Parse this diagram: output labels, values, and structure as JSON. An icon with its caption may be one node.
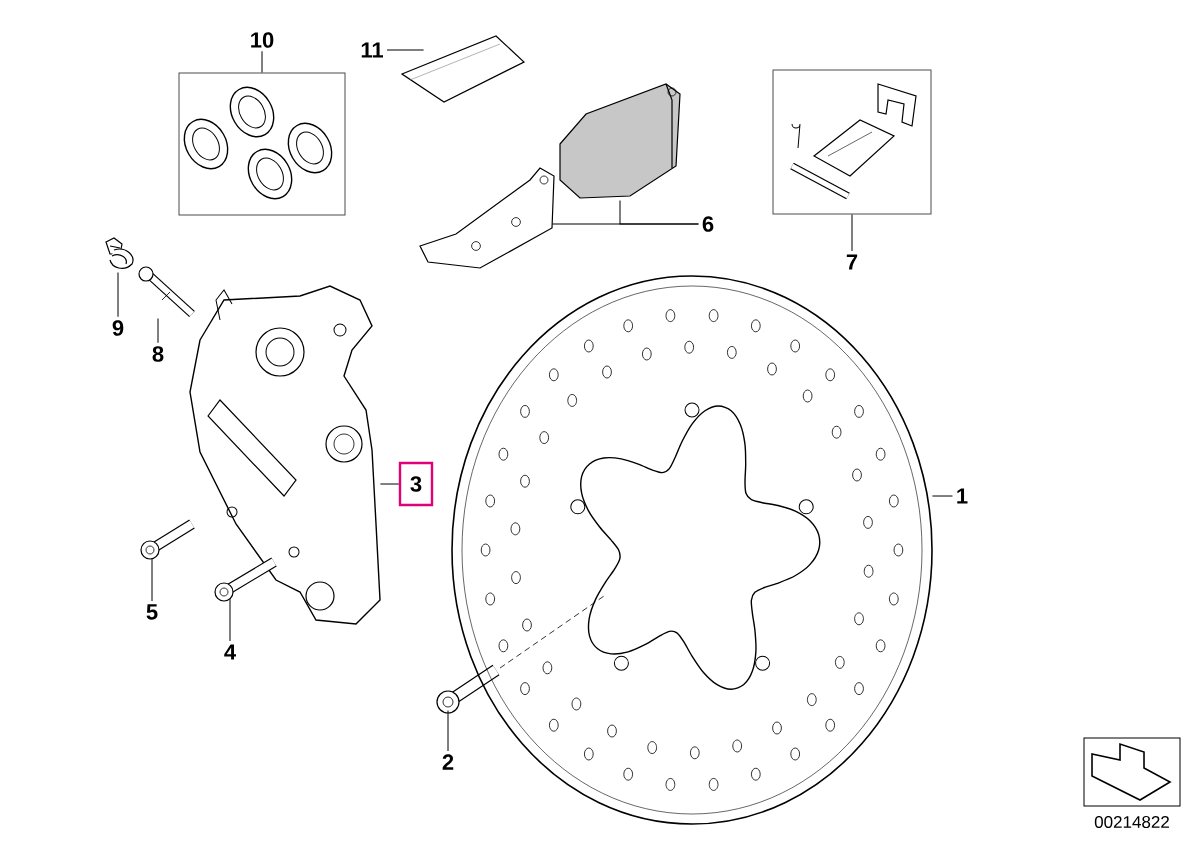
{
  "diagram": {
    "nodes": [
      {
        "text": [
          "10"
        ]
      },
      {
        "text": [],
        "shape": "box"
      },
      {
        "text": [
          "11"
        ]
      },
      {
        "text": [],
        "shape": "picture"
      },
      {
        "text": [],
        "shape": "picture"
      },
      {
        "text": [],
        "shape": "picture"
      },
      {
        "text": [
          "6"
        ]
      },
      {
        "text": [],
        "shape": "box"
      },
      {
        "text": [
          "7"
        ]
      },
      {
        "text": [],
        "shape": "picture"
      },
      {
        "text": [
          "9"
        ]
      },
      {
        "text": [],
        "shape": "picture"
      },
      {
        "text": [
          "8"
        ]
      },
      {
        "text": [],
        "shape": "picture"
      },
      {
        "text": [
          "3"
        ]
      },
      {
        "text": [],
        "shape": "picture"
      },
      {
        "text": [
          "5"
        ]
      },
      {
        "text": [],
        "shape": "picture"
      },
      {
        "text": [
          "4"
        ]
      },
      {
        "text": [],
        "shape": "picture"
      },
      {
        "text": [
          "2"
        ]
      },
      {
        "text": [],
        "shape": "picture"
      },
      {
        "text": [
          "1"
        ]
      }
    ],
    "edges": [
      {
        "from": 0,
        "to": 1,
        "arrow": "none"
      },
      {
        "from": 2,
        "to": 3,
        "arrow": "none"
      },
      {
        "from": 6,
        "to": 4,
        "arrow": "none"
      },
      {
        "from": 6,
        "to": 5,
        "arrow": "none"
      },
      {
        "from": 8,
        "to": 7,
        "arrow": "none"
      },
      {
        "from": 10,
        "to": 9,
        "arrow": "none"
      },
      {
        "from": 12,
        "to": 11,
        "arrow": "none"
      },
      {
        "from": 14,
        "to": 13,
        "arrow": "none"
      },
      {
        "from": 16,
        "to": 15,
        "arrow": "none"
      },
      {
        "from": 18,
        "to": 17,
        "arrow": "none"
      },
      {
        "from": 20,
        "to": 19,
        "arrow": "none"
      },
      {
        "from": 22,
        "to": 21,
        "arrow": "none"
      }
    ],
    "labels": [
      "00214822"
    ]
  }
}
